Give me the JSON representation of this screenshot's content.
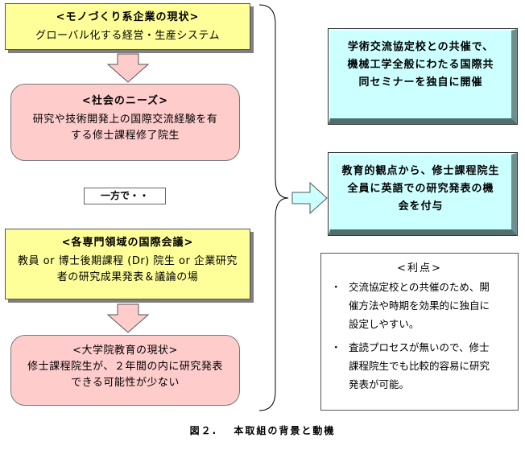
{
  "box1": {
    "title": "<モノづくり系企業の現状>",
    "text": "グローバル化する経営・生産システム"
  },
  "box2": {
    "title": "<社会のニーズ>",
    "lines": [
      "研究や技術開発上の国際交流経験を有",
      "する修士課程修了院生"
    ]
  },
  "middle_label": "一方で・・",
  "box3": {
    "title": "<各専門領域の国際会議>",
    "lines": [
      "教員 or 博士後期課程 (Dr) 院生 or 企業研究",
      "者の研究成果発表＆議論の場"
    ]
  },
  "box4": {
    "title": "<大学院教育の現状>",
    "lines": [
      "修士課程院生が、２年間の内に研究発表",
      "できる可能性が少ない"
    ]
  },
  "right1": {
    "lines": [
      "学術交流協定校との共催で、",
      "機械工学全般にわたる国際共",
      "同セミナーを独自に開催"
    ]
  },
  "right2": {
    "lines": [
      "教育的観点から、修士課程院生",
      "全員に英語での研究発表の機",
      "会を付与"
    ]
  },
  "benefits": {
    "title": "<利点>",
    "bullet": "・",
    "items": [
      {
        "lines": [
          "交流協定校との共催のため、開",
          "催方法や時期を効果的に独自に",
          "設定しやすい。"
        ]
      },
      {
        "lines": [
          "査読プロセスが無いので、修士",
          "課程院生でも比較的容易に研究",
          "発表が可能。"
        ]
      }
    ]
  },
  "caption": "図２.　 本取組の背景と動機",
  "colors": {
    "yellow": "#ffff99",
    "pink": "#ffcccc",
    "cyan": "#ccffff",
    "arrow_fill": "#ffcccc"
  }
}
